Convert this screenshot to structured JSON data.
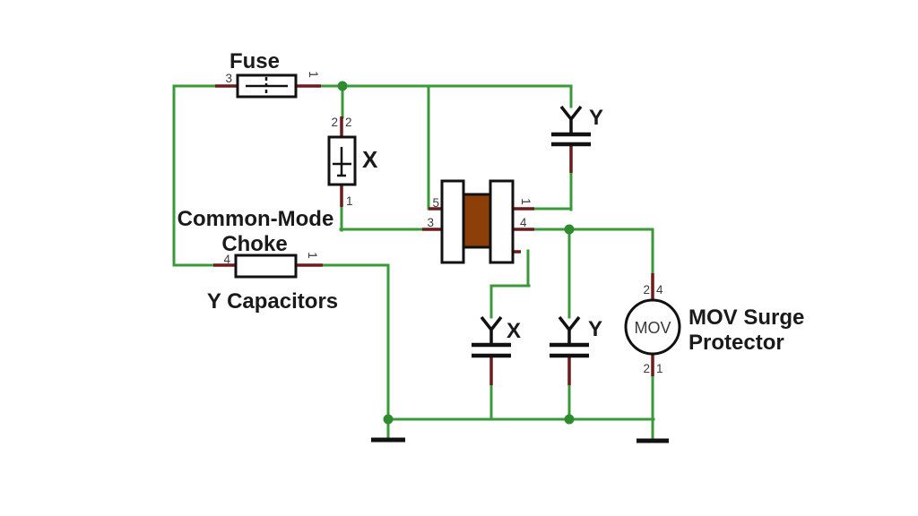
{
  "colors": {
    "wire": "#3a9a3a",
    "junction": "#2e8b2e",
    "lead": "#6b1b1b",
    "core": "#8c3f09",
    "outline": "#111111",
    "label_text": "#1a1a1a",
    "pin_text": "#3a3a3a"
  },
  "labels": {
    "fuse": "Fuse",
    "x_cap_top": "X",
    "y_cap_top_right": "Y",
    "common_mode_choke_line1": "Common-Mode",
    "common_mode_choke_line2": "Choke",
    "y_capacitors": "Y Capacitors",
    "x_cap_bottom": "X",
    "y_cap_bottom": "Y",
    "mov_symbol": "MOV",
    "mov_caption_line1": "MOV Surge",
    "mov_caption_line2": "Protector"
  },
  "pins": {
    "fuse_left": "3",
    "fuse_right": "1",
    "x_cap_top_left": "2",
    "x_cap_top_right": "2",
    "x_cap_bottom": "1",
    "choke_left_top": "5",
    "choke_left_bottom": "3",
    "choke_right_top": "1",
    "choke_right_bottom": "4",
    "lower_inductor_left": "4",
    "lower_inductor_right": "1",
    "mov_top_left": "2",
    "mov_top_right": "4",
    "mov_bottom_left": "2",
    "mov_bottom_right": "1"
  }
}
